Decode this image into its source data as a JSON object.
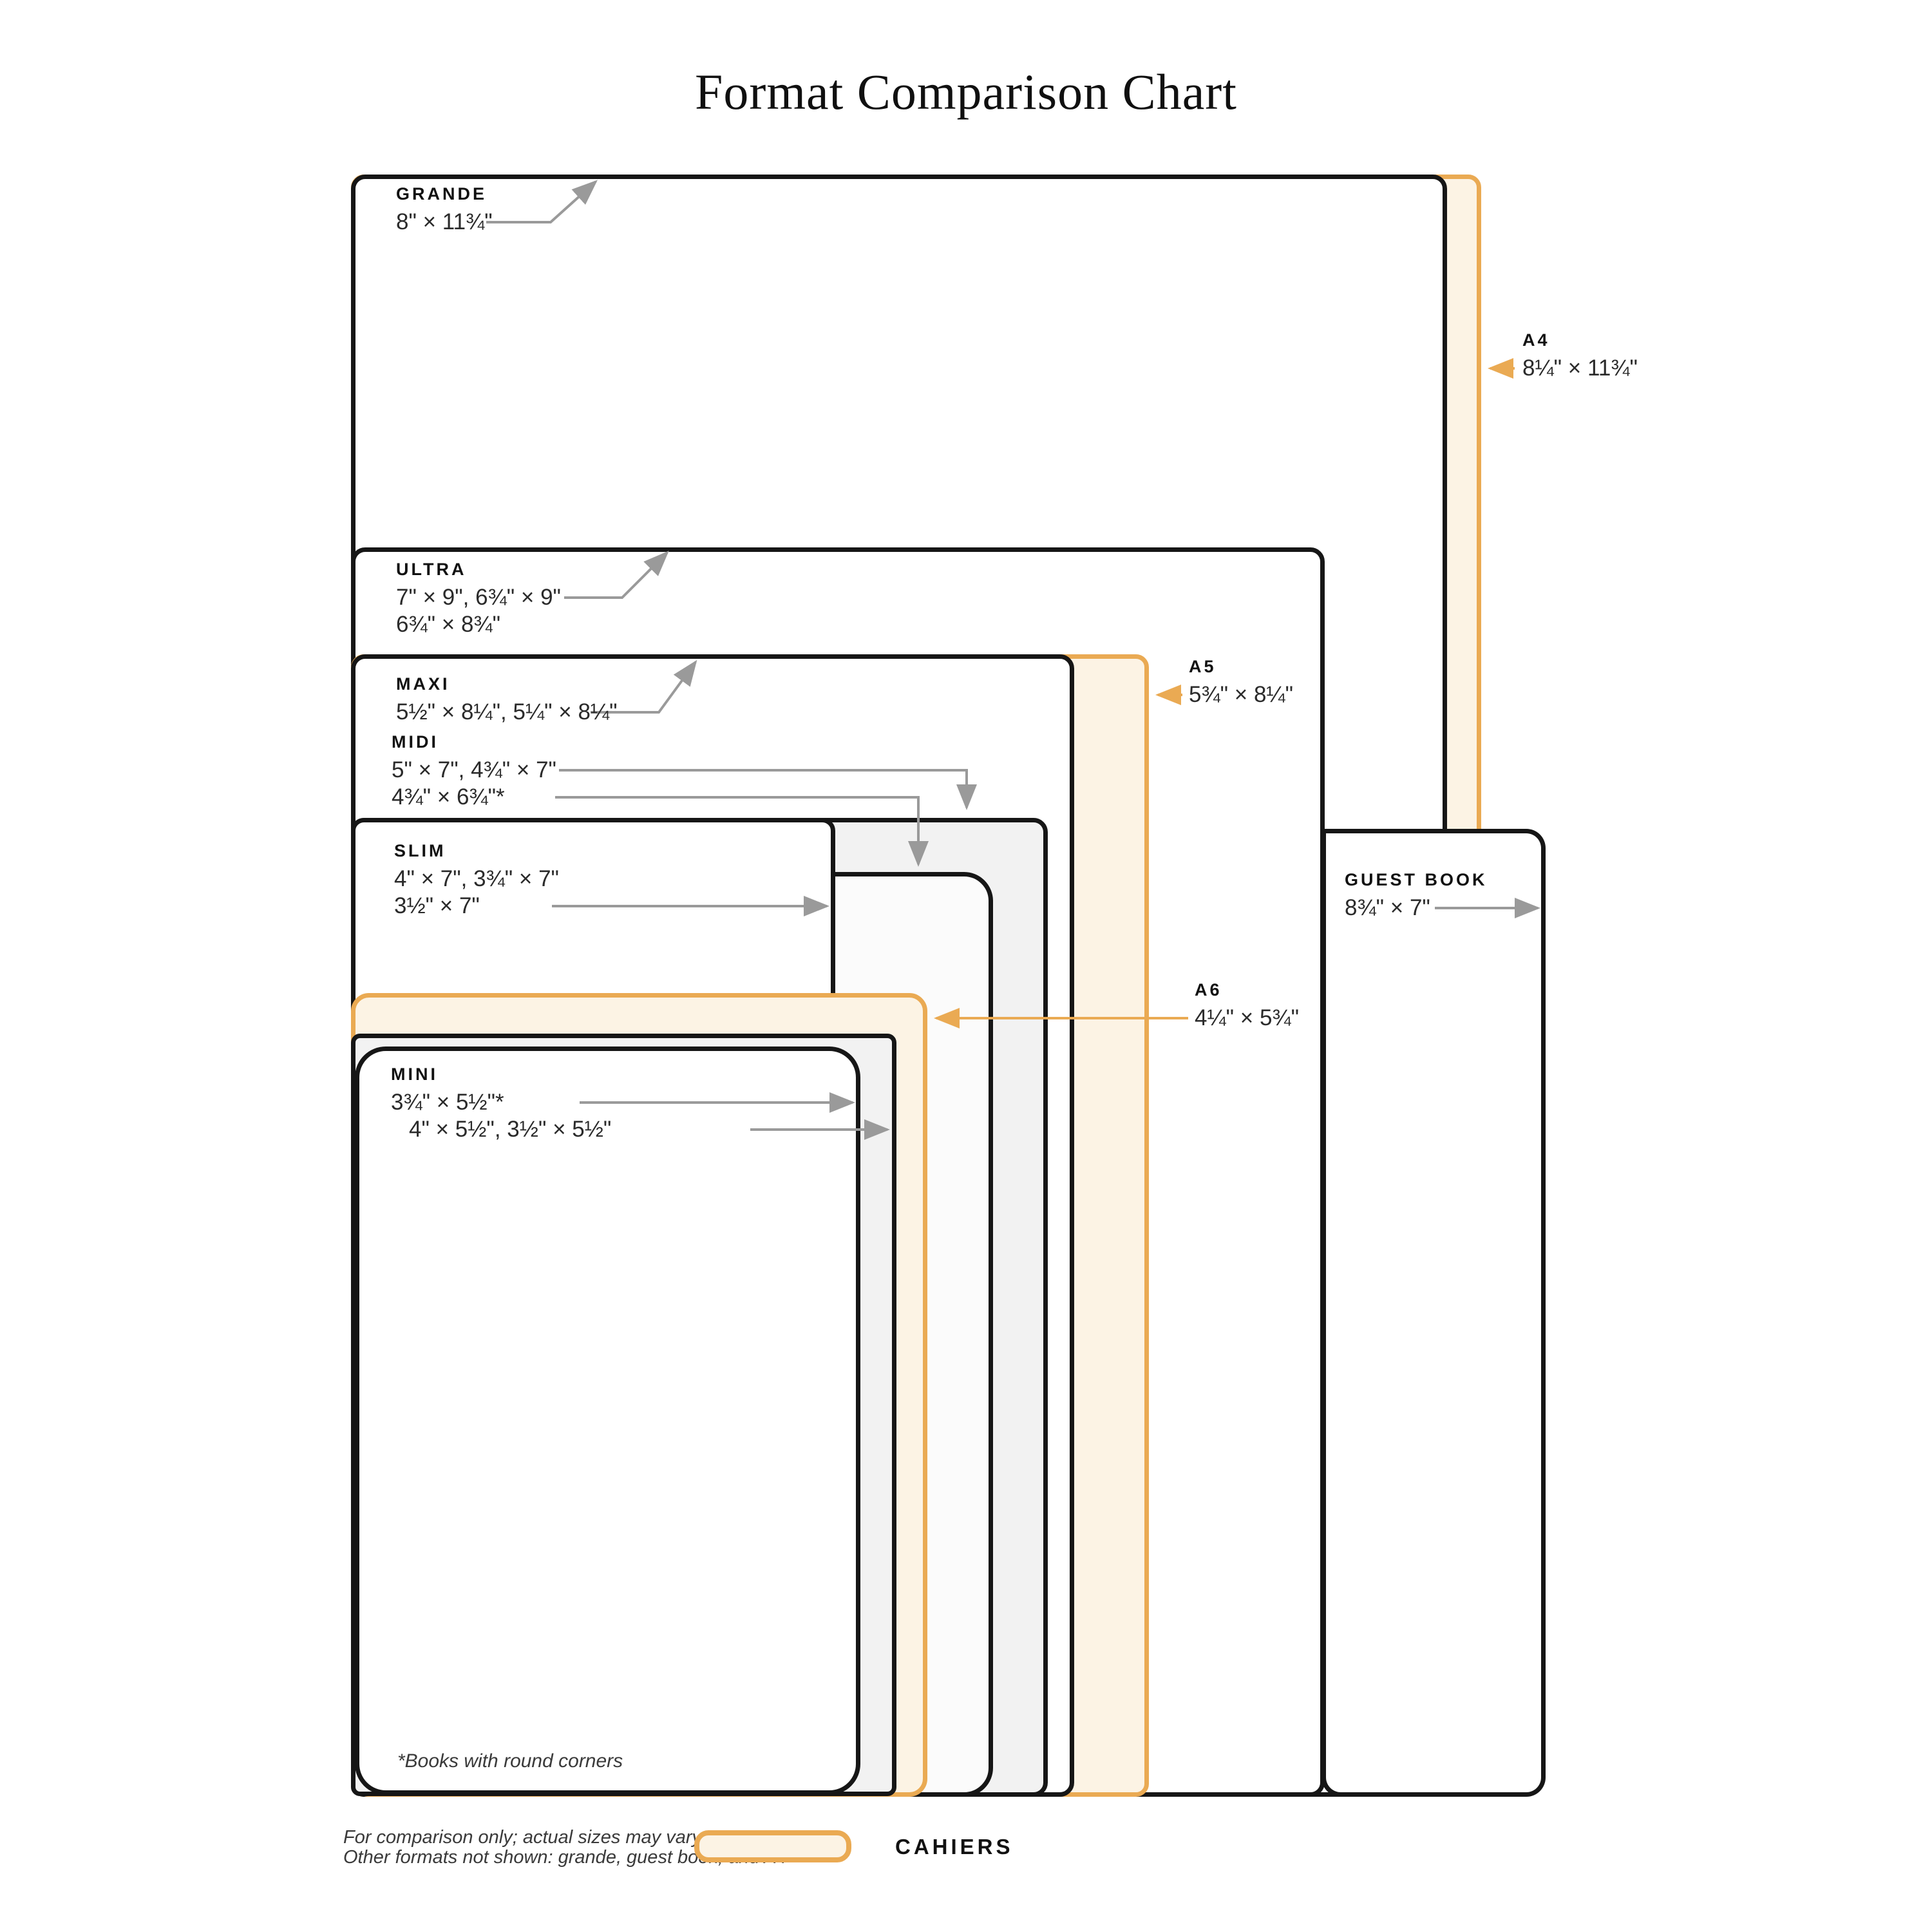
{
  "title": "Format Comparison Chart",
  "formats": {
    "grande": {
      "name": "GRANDE",
      "dims": [
        "8\" × 11¾\""
      ]
    },
    "ultra": {
      "name": "ULTRA",
      "dims": [
        "7\" × 9\", 6¾\" × 9\"",
        "6¾\" × 8¾\""
      ]
    },
    "maxi": {
      "name": "MAXI",
      "dims": [
        "5½\" × 8¼\", 5¼\" × 8¼\""
      ]
    },
    "midi": {
      "name": "MIDI",
      "dims": [
        "5\" × 7\", 4¾\" × 7\"",
        "4¾\" × 6¾\"*"
      ]
    },
    "slim": {
      "name": "SLIM",
      "dims": [
        "4\" × 7\", 3¾\" × 7\"",
        "3½\" × 7\""
      ]
    },
    "mini": {
      "name": "MINI",
      "dims": [
        "3¾\" × 5½\"*",
        "4\" × 5½\", 3½\" × 5½\""
      ]
    },
    "a4": {
      "name": "A4",
      "dims": [
        "8¼\" × 11¾\""
      ]
    },
    "a5": {
      "name": "A5",
      "dims": [
        "5¾\" × 8¼\""
      ]
    },
    "a6": {
      "name": "A6",
      "dims": [
        "4¼\" × 5¾\""
      ]
    },
    "guest_book": {
      "name": "GUEST BOOK",
      "dims": [
        "8¾\" × 7\""
      ]
    }
  },
  "legend": {
    "cahiers_label": "CAHIERS"
  },
  "notes": {
    "round_corners": "*Books with round corners",
    "footer_line1": "For comparison only; actual sizes may vary",
    "footer_line2": "Other formats not shown: grande, guest book, and A4"
  },
  "colors": {
    "accent_orange": "#EAAA53",
    "cahier_fill": "#FCF3E4",
    "outline_black": "#161616",
    "gray_fill": "#F2F2F2",
    "arrow_gray": "#9A9A9A"
  }
}
